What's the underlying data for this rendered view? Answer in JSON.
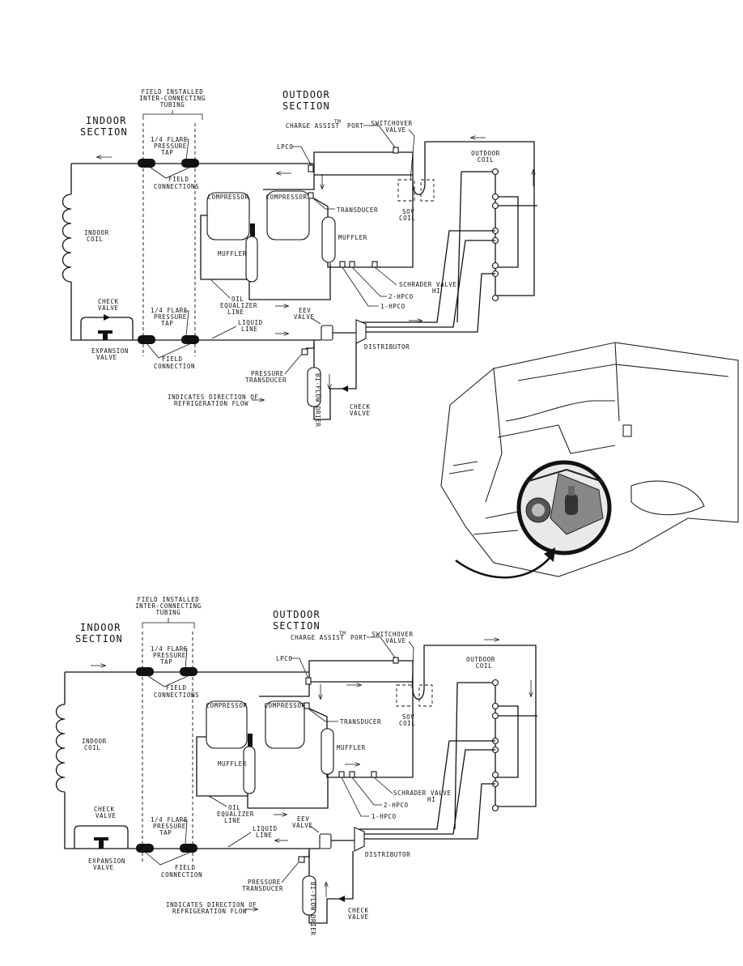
{
  "labels": {
    "field_installed": [
      "FIELD INSTALLED",
      "INTER-CONNECTING",
      "TUBING"
    ],
    "outdoor_section": [
      "OUTDOOR",
      "SECTION"
    ],
    "indoor_section": [
      "INDOOR",
      "SECTION"
    ],
    "charge_assist": "CHARGE ASSIST",
    "tm": "TM",
    "port": "PORT",
    "switchover_valve": [
      "SWITCHOVER",
      "VALVE"
    ],
    "flare_tap": [
      "1/4 FLARE",
      "PRESSURE",
      "TAP"
    ],
    "lpco": "LPCO",
    "field_connections": [
      "FIELD",
      "CONNECTIONS"
    ],
    "field_connection": [
      "FIELD",
      "CONNECTION"
    ],
    "outdoor_coil": [
      "OUTDOOR",
      "COIL"
    ],
    "compressor": "COMPRESSOR",
    "transducer": "TRANSDUCER",
    "sov_coil": [
      "SOV",
      "COIL"
    ],
    "indoor_coil": [
      "INDOOR",
      "COIL"
    ],
    "muffler": "MUFFLER",
    "oil_equalizer": [
      "OIL",
      "EQUALIZER",
      "LINE"
    ],
    "schrader_valve": [
      "SCHRADER VALVE",
      "HI"
    ],
    "hpco2": "2-HPCO",
    "hpco1": "1-HPCO",
    "check_valve": [
      "CHECK",
      "VALVE"
    ],
    "eev_valve": [
      "EEV",
      "VALVE"
    ],
    "liquid_line": [
      "LIQUID",
      "LINE"
    ],
    "expansion_valve": [
      "EXPANSION",
      "VALVE"
    ],
    "distributor": "DISTRIBUTOR",
    "pressure_transducer": [
      "PRESSURE",
      "TRANSDUCER"
    ],
    "bi_flow_drier": "BI-FLOW DRIER",
    "direction_note": [
      "INDICATES DIRECTION OF",
      "REFRIGERATION FLOW"
    ]
  }
}
